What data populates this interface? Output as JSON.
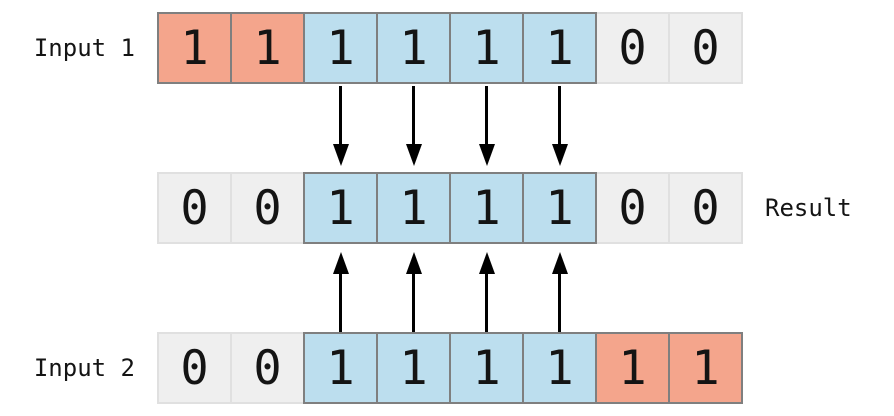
{
  "rows": [
    {
      "name": "input1",
      "label": "Input 1",
      "label_side": "left",
      "cells": [
        {
          "value": "1",
          "color": "salmon"
        },
        {
          "value": "1",
          "color": "salmon"
        },
        {
          "value": "1",
          "color": "blue"
        },
        {
          "value": "1",
          "color": "blue"
        },
        {
          "value": "1",
          "color": "blue"
        },
        {
          "value": "1",
          "color": "blue"
        },
        {
          "value": "0",
          "color": "gray"
        },
        {
          "value": "0",
          "color": "gray"
        }
      ]
    },
    {
      "name": "result",
      "label": "Result",
      "label_side": "right",
      "cells": [
        {
          "value": "0",
          "color": "gray"
        },
        {
          "value": "0",
          "color": "gray"
        },
        {
          "value": "1",
          "color": "blue"
        },
        {
          "value": "1",
          "color": "blue"
        },
        {
          "value": "1",
          "color": "blue"
        },
        {
          "value": "1",
          "color": "blue"
        },
        {
          "value": "0",
          "color": "gray"
        },
        {
          "value": "0",
          "color": "gray"
        }
      ]
    },
    {
      "name": "input2",
      "label": "Input 2",
      "label_side": "left",
      "cells": [
        {
          "value": "0",
          "color": "gray"
        },
        {
          "value": "0",
          "color": "gray"
        },
        {
          "value": "1",
          "color": "blue"
        },
        {
          "value": "1",
          "color": "blue"
        },
        {
          "value": "1",
          "color": "blue"
        },
        {
          "value": "1",
          "color": "blue"
        },
        {
          "value": "1",
          "color": "salmon"
        },
        {
          "value": "1",
          "color": "salmon"
        }
      ]
    }
  ],
  "arrows": [
    {
      "direction": "down",
      "from": "Input 1",
      "to": "Result",
      "columns": [
        3,
        4,
        5,
        6
      ]
    },
    {
      "direction": "up",
      "from": "Input 2",
      "to": "Result",
      "columns": [
        3,
        4,
        5,
        6
      ]
    }
  ],
  "colors": {
    "salmon_fill": "#F4A58C",
    "blue_fill": "#BCDEEE",
    "gray_fill": "#EFEFEF",
    "colored_cell_border": "#7F7F7F",
    "gray_cell_border": "#E0E0E0",
    "arrow": "#000000",
    "text": "#141414",
    "background": "#FFFFFF"
  }
}
